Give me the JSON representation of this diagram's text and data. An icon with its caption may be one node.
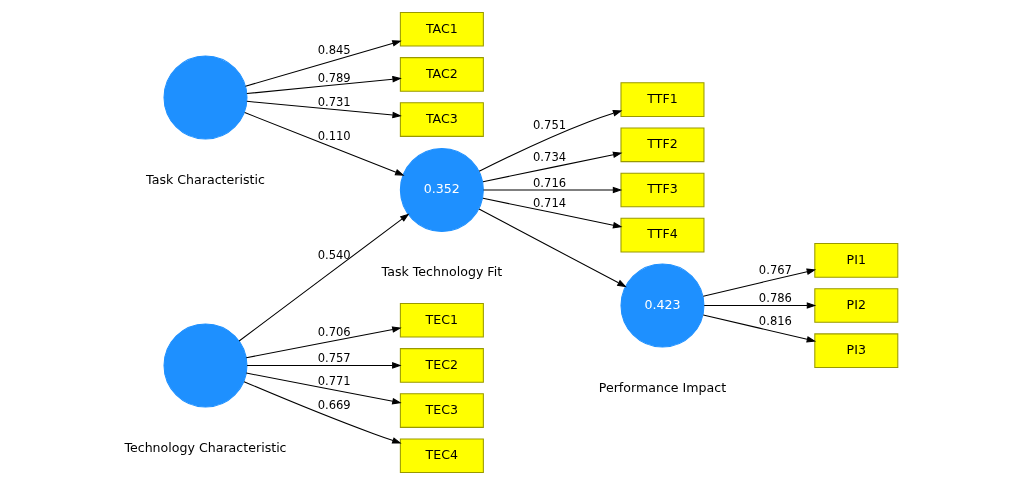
{
  "diagram": {
    "nodes": [
      {
        "text": [
          "TAC1"
        ]
      },
      {
        "text": [
          "TAC2"
        ]
      },
      {
        "text": [
          "TAC3"
        ]
      },
      {
        "text": [],
        "shape": "circle",
        "beside": [
          "Task Characteristic"
        ]
      },
      {
        "text": [
          "TTF1"
        ]
      },
      {
        "text": [
          "TTF2"
        ]
      },
      {
        "text": [
          "TTF3"
        ]
      },
      {
        "text": [
          "TTF4"
        ]
      },
      {
        "text": [
          "0.352"
        ],
        "beside": [
          "Task Technology Fit"
        ]
      },
      {
        "text": [
          "PI1"
        ]
      },
      {
        "text": [
          "PI2"
        ]
      },
      {
        "text": [
          "PI3"
        ]
      },
      {
        "text": [
          "0.423"
        ],
        "beside": [
          "Performance Impact"
        ]
      },
      {
        "text": [
          "TEC1"
        ]
      },
      {
        "text": [
          "TEC2"
        ]
      },
      {
        "text": [
          "TEC3"
        ]
      },
      {
        "text": [
          "TEC4"
        ]
      },
      {
        "text": [],
        "shape": "circle",
        "beside": [
          "Technology Characteristic"
        ]
      }
    ],
    "edges": [
      {
        "from": 3,
        "to": 0,
        "arrow": "to",
        "label": "0.845"
      },
      {
        "from": 3,
        "to": 1,
        "arrow": "to",
        "label": "0.789"
      },
      {
        "from": 3,
        "to": 2,
        "arrow": "to",
        "label": "0.731"
      },
      {
        "from": 3,
        "to": 8,
        "arrow": "to",
        "label": "0.110"
      },
      {
        "from": 8,
        "to": 4,
        "arrow": "to",
        "label": "0.751"
      },
      {
        "from": 8,
        "to": 5,
        "arrow": "to",
        "label": "0.734"
      },
      {
        "from": 8,
        "to": 6,
        "arrow": "to",
        "label": "0.716"
      },
      {
        "from": 8,
        "to": 7,
        "arrow": "to",
        "label": "0.714"
      },
      {
        "from": 8,
        "to": 12,
        "arrow": "to"
      },
      {
        "from": 12,
        "to": 9,
        "arrow": "to",
        "label": "0.767"
      },
      {
        "from": 12,
        "to": 10,
        "arrow": "to",
        "label": "0.786"
      },
      {
        "from": 12,
        "to": 11,
        "arrow": "to",
        "label": "0.816"
      },
      {
        "from": 17,
        "to": 13,
        "arrow": "to",
        "label": "0.706"
      },
      {
        "from": 17,
        "to": 14,
        "arrow": "to",
        "label": "0.757"
      },
      {
        "from": 17,
        "to": 15,
        "arrow": "to",
        "label": "0.771"
      },
      {
        "from": 17,
        "to": 16,
        "arrow": "to",
        "label": "0.669"
      },
      {
        "from": 17,
        "to": 8,
        "arrow": "to",
        "label": "0.540"
      }
    ]
  }
}
